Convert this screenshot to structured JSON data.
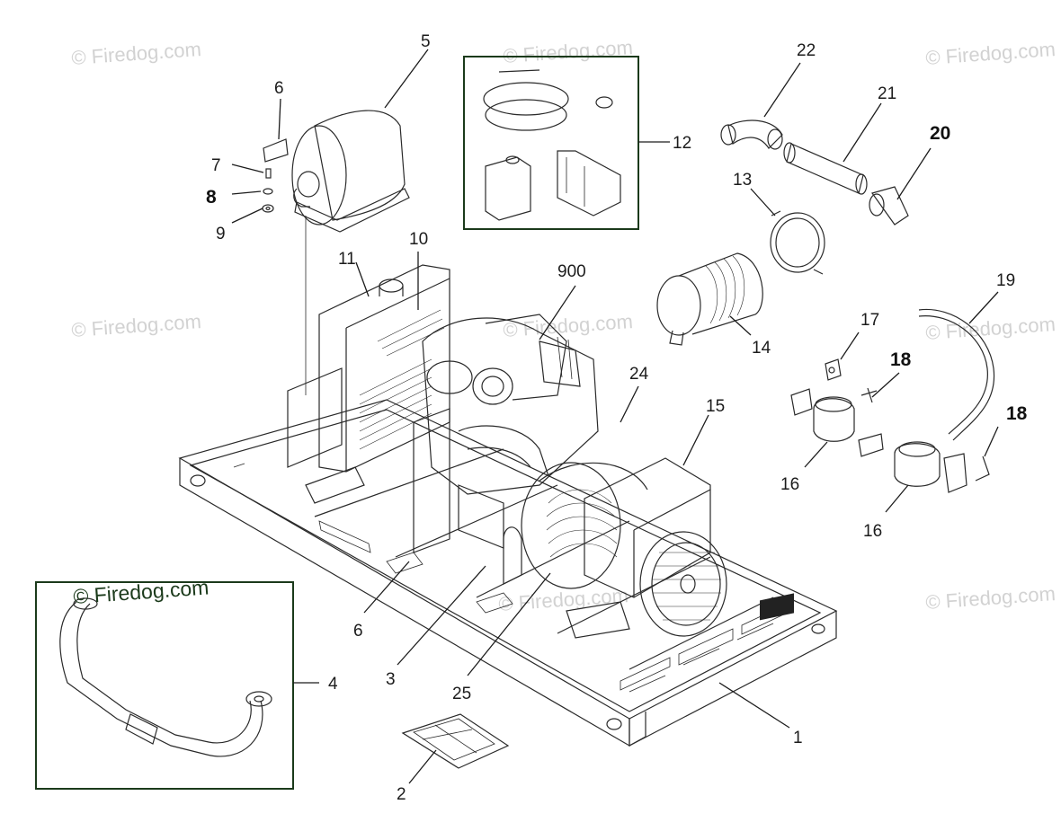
{
  "watermark": "© Firedog.com",
  "callouts": {
    "c1": "1",
    "c2": "2",
    "c3": "3",
    "c4": "4",
    "c5": "5",
    "c6a": "6",
    "c6b": "6",
    "c7": "7",
    "c8": "8",
    "c9": "9",
    "c10": "10",
    "c11": "11",
    "c12": "12",
    "c13": "13",
    "c14": "14",
    "c15": "15",
    "c16a": "16",
    "c16b": "16",
    "c17": "17",
    "c18a": "18",
    "c18b": "18",
    "c19": "19",
    "c20": "20",
    "c21": "21",
    "c22": "22",
    "c24": "24",
    "c25": "25",
    "c900": "900"
  },
  "colors": {
    "line": "#2a2a2a",
    "inset_border": "#1b3a1b",
    "watermark": "#d2d2d2"
  }
}
